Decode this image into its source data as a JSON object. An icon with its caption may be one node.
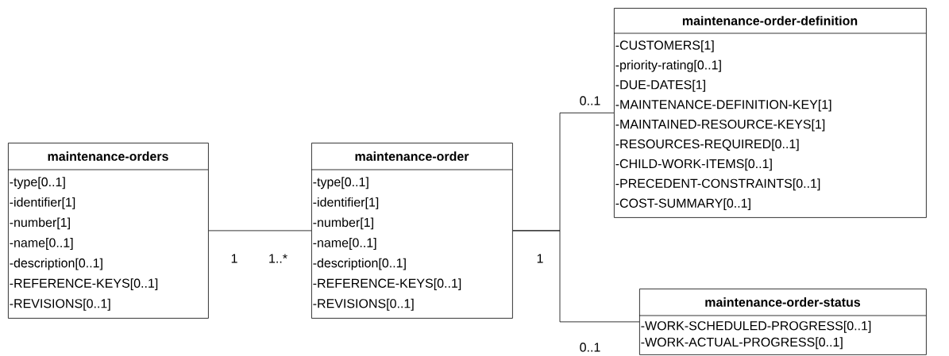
{
  "diagram": {
    "nodes": [
      {
        "text": [
          "maintenance-orders",
          "-type[0..1]",
          "-identifier[1]",
          "-number[1]",
          "-name[0..1]",
          "-description[0..1]",
          "-REFERENCE-KEYS[0..1]",
          "-REVISIONS[0..1]"
        ]
      },
      {
        "text": [
          "maintenance-order",
          "-type[0..1]",
          "-identifier[1]",
          "-number[1]",
          "-name[0..1]",
          "-description[0..1]",
          "-REFERENCE-KEYS[0..1]",
          "-REVISIONS[0..1]"
        ]
      },
      {
        "text": [
          "maintenance-order-definition",
          "-CUSTOMERS[1]",
          "-priority-rating[0..1]",
          "-DUE-DATES[1]",
          "-MAINTENANCE-DEFINITION-KEY[1]",
          "-MAINTAINED-RESOURCE-KEYS[1]",
          "-RESOURCES-REQUIRED[0..1]",
          "-CHILD-WORK-ITEMS[0..1]",
          "-PRECEDENT-CONSTRAINTS[0..1]",
          "-COST-SUMMARY[0..1]"
        ]
      },
      {
        "text": [
          "maintenance-order-status",
          "-WORK-SCHEDULED-PROGRESS[0..1]",
          "-WORK-ACTUAL-PROGRESS[0..1]"
        ]
      }
    ],
    "edges": [
      {
        "from": 0,
        "to": 1,
        "arrow": "none"
      },
      {
        "from": 1,
        "to": 2,
        "arrow": "none"
      },
      {
        "from": 1,
        "to": 3,
        "arrow": "none"
      }
    ],
    "labels": [
      "0..1",
      "1",
      "1..*",
      "1",
      "0..1"
    ]
  }
}
